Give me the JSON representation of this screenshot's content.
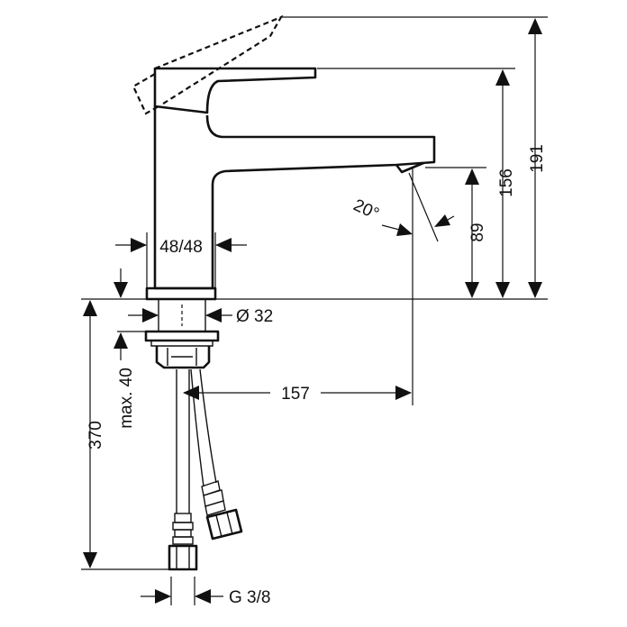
{
  "dimensions": {
    "spout_width": "48/48",
    "shank_diameter": "Ø 32",
    "reach": "157",
    "total_height": "191",
    "lever_height": "156",
    "outlet_height": "89",
    "spray_angle": "20°",
    "max_counter_thickness": "max. 40",
    "hose_length": "370",
    "thread": "G 3/8"
  }
}
